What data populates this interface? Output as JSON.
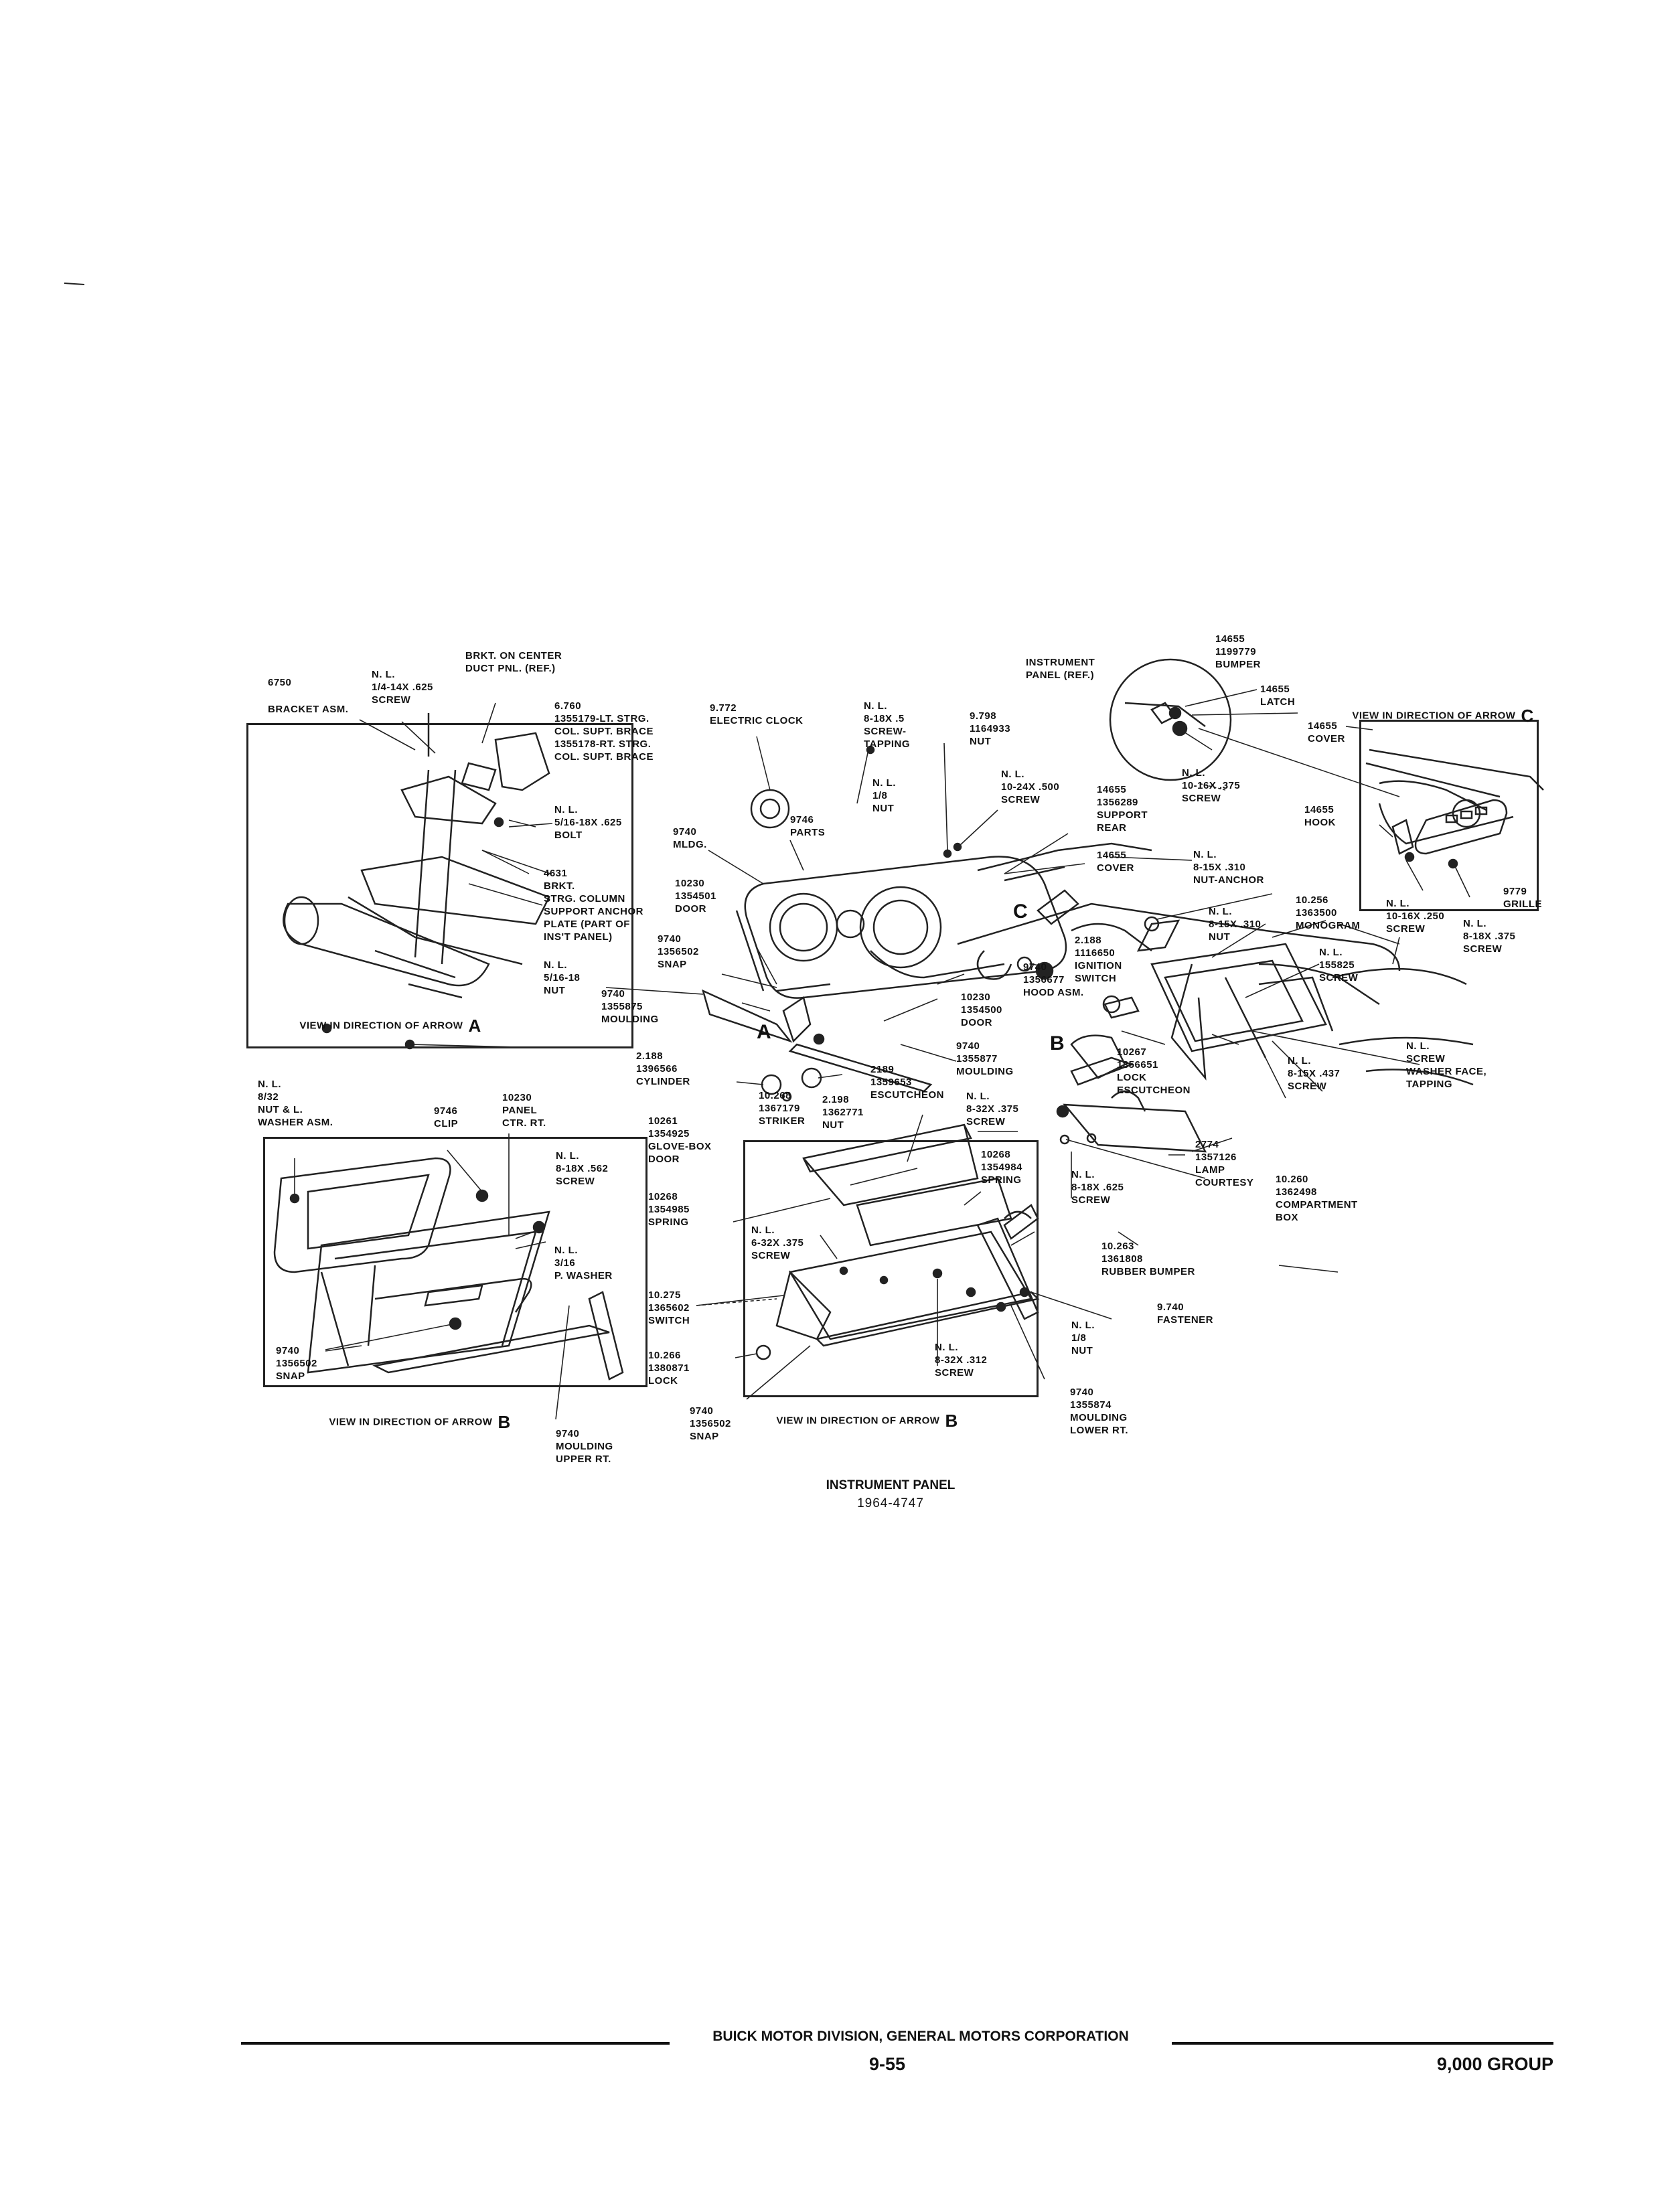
{
  "diagram": {
    "view_a": {
      "caption": "VIEW IN DIRECTION OF ARROW",
      "letter": "A",
      "labels": {
        "p6750": "6750",
        "bracket_asm": "BRACKET ASM.",
        "nl_screw": "N. L.\n1/4-14X .625\nSCREW",
        "brkt_center_duct": "BRKT. ON CENTER\nDUCT PNL. (REF.)",
        "brace": "6.760\n1355179-LT. STRG.\nCOL. SUPT. BRACE\n1355178-RT. STRG.\nCOL. SUPT. BRACE",
        "bolt": "N. L.\n5/16-18X .625\nBOLT",
        "anchor": "4631\nBRKT.\nSTRG. COLUMN\nSUPPORT ANCHOR\nPLATE (PART OF\nINS'T PANEL)",
        "nut": "N. L.\n5/16-18\nNUT"
      }
    },
    "view_b_left": {
      "caption": "VIEW IN DIRECTION OF ARROW",
      "letter": "B",
      "labels": {
        "washer_asm": "N. L.\n8/32\nNUT & L.\nWASHER ASM.",
        "clip": "9746\nCLIP",
        "panel": "10230\nPANEL\nCTR. RT.",
        "screw": "N. L.\n8-18X .562\nSCREW",
        "pwasher": "N. L.\n3/16\nP. WASHER",
        "snap": "9740\n1356502\nSNAP",
        "moulding_upper": "9740\nMOULDING\nUPPER RT."
      }
    },
    "center": {
      "labels": {
        "clock": "9.772\nELECTRIC CLOCK",
        "tapping": "N. L.\n8-18X .5\nSCREW-\nTAPPING",
        "nut_9798": "9.798\n1164933\nNUT",
        "nut_18": "N. L.\n1/8\nNUT",
        "screw_1024": "N. L.\n10-24X .500\nSCREW",
        "support_rear": "14655\n1356289\nSUPPORT\nREAR",
        "cover_14655": "14655\nCOVER",
        "parts": "9746\nPARTS",
        "mldg": "9740\nMLDG.",
        "door_10230": "10230\n1354501\nDOOR",
        "snap_9740": "9740\n1356502\nSNAP",
        "moulding_9740": "9740\n1355875\nMOULDING",
        "ignition": "2.188\n1116650\nIGNITION\nSWITCH",
        "hood_asm": "9740\n1356677\nHOOD ASM.",
        "door_1354500": "10230\n1354500\nDOOR",
        "moulding_1355877": "9740\n1355877\nMOULDING",
        "cylinder": "2.188\n1396566\nCYLINDER",
        "escutcheon_2189": "2189\n1359653\nESCUTCHEON",
        "striker": "10.268\n1367179\nSTRIKER",
        "nut_2198": "2.198\n1362771\nNUT",
        "screw_832": "N. L.\n8-32X .375\nSCREW"
      }
    },
    "view_c": {
      "caption": "VIEW IN DIRECTION OF ARROW",
      "letter": "C",
      "labels": {
        "instrument_ref": "INSTRUMENT\nPANEL (REF.)",
        "bumper": "14655\n1199779\nBUMPER",
        "latch": "14655\nLATCH",
        "cover": "14655\nCOVER",
        "screw_1016": "N. L.\n10-16X .375\nSCREW",
        "hook": "14655\nHOOK",
        "nut_anchor": "N. L.\n8-15X .310\nNUT-ANCHOR",
        "grille": "9779\nGRILLE",
        "screw_250": "N. L.\n10-16X .250\nSCREW",
        "screw_375": "N. L.\n8-18X .375\nSCREW"
      }
    },
    "right": {
      "labels": {
        "monogram": "10.256\n1363500\nMONOGRAM",
        "nut_815": "N. L.\n8-15X .310\nNUT",
        "screw_155825": "N. L.\n155825\nSCREW",
        "lock_escutcheon": "10267\n1356651\nLOCK\nESCUTCHEON",
        "screw_437": "N. L.\n8-15X .437\nSCREW",
        "washer_face": "N. L.\nSCREW\nWASHER FACE,\nTAPPING",
        "lamp": "2774\n1357126\nLAMP\nCOURTESY",
        "screw_625": "N. L.\n8-18X .625\nSCREW",
        "compartment": "10.260\n1362498\nCOMPARTMENT\nBOX",
        "rubber_bumper": "10.263\n1361808\nRUBBER BUMPER",
        "fastener": "9.740\nFASTENER",
        "nut_18": "N. L.\n1/8\nNUT",
        "moulding_lower": "9740\n1355874\nMOULDING\nLOWER RT."
      }
    },
    "view_b_center": {
      "caption": "VIEW IN DIRECTION OF ARROW",
      "letter": "B",
      "labels": {
        "glove_door": "10261\n1354925\nGLOVE-BOX\nDOOR",
        "spring_10268": "10268\n1354984\nSPRING",
        "spring_985": "10268\n1354985\nSPRING",
        "screw_632": "N. L.\n6-32X .375\nSCREW",
        "switch": "10.275\n1365602\nSWITCH",
        "lock": "10.266\n1380871\nLOCK",
        "screw_312": "N. L.\n8-32X .312\nSCREW",
        "snap": "9740\n1356502\nSNAP"
      }
    },
    "arrow_letters": [
      "A",
      "B",
      "C"
    ]
  },
  "title": {
    "line1": "INSTRUMENT PANEL",
    "line2": "1964-4747"
  },
  "footer": {
    "company": "BUICK MOTOR DIVISION, GENERAL MOTORS CORPORATION",
    "page": "9-55",
    "group": "9,000 GROUP"
  }
}
